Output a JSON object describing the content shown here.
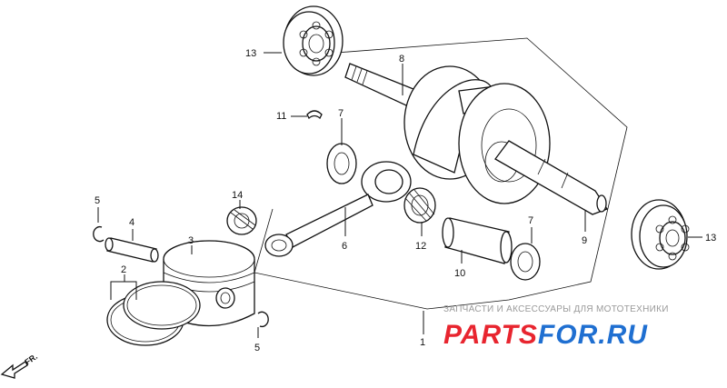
{
  "labels": {
    "l1": "1",
    "l2": "2",
    "l3": "3",
    "l4": "4",
    "l5a": "5",
    "l5b": "5",
    "l6": "6",
    "l7a": "7",
    "l7b": "7",
    "l8": "8",
    "l9": "9",
    "l10": "10",
    "l11": "11",
    "l12": "12",
    "l13a": "13",
    "l13b": "13",
    "l14": "14"
  },
  "direction": {
    "text": "FR."
  },
  "watermark": {
    "caption": "ЗАПЧАСТИ И АКСЕССУАРЫ ДЛЯ МОТОТЕХНИКИ",
    "brand_red": "PARTS",
    "brand_blue": "FOR.RU",
    "color_red": "#e8252f",
    "color_blue": "#1f6fd1"
  }
}
